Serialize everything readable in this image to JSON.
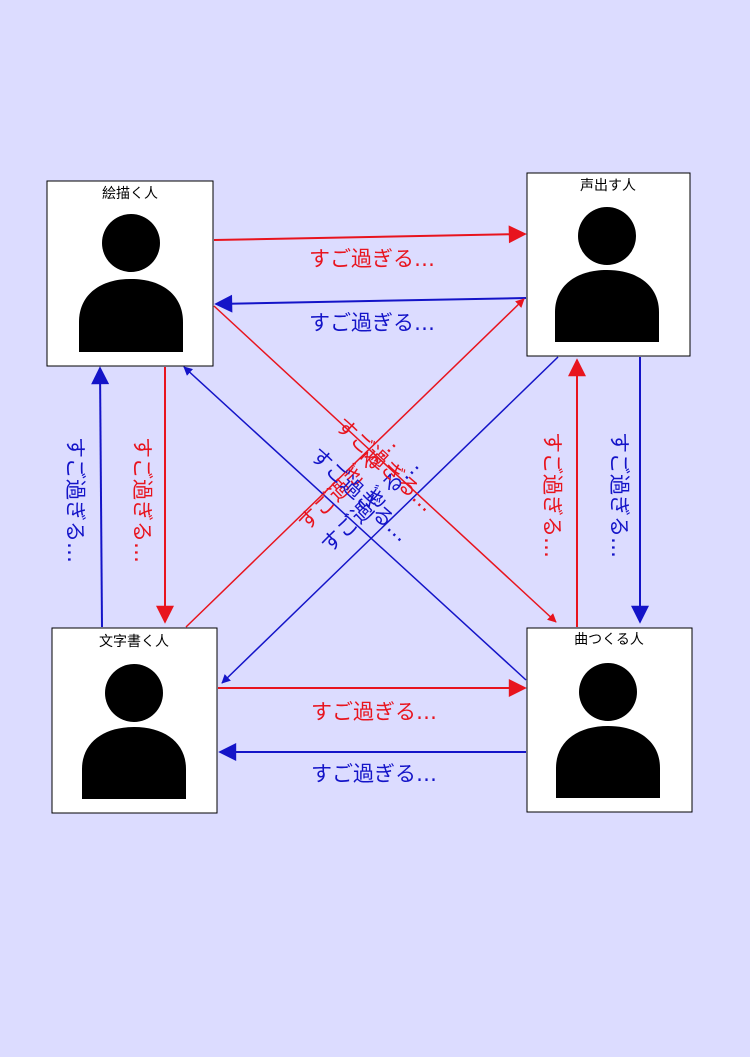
{
  "nodes": {
    "painter": {
      "label": "絵描く人",
      "icon": "person-icon"
    },
    "voice": {
      "label": "声出す人",
      "icon": "person-icon"
    },
    "writer": {
      "label": "文字書く人",
      "icon": "person-icon"
    },
    "composer": {
      "label": "曲つくる人",
      "icon": "person-icon"
    }
  },
  "edges": {
    "painter_to_voice": "すご過ぎる…",
    "voice_to_painter": "すご過ぎる…",
    "writer_to_painter": "すご過ぎる…",
    "painter_to_writer": "すご過ぎる…",
    "composer_to_voice": "すご過ぎる…",
    "voice_to_composer": "すご過ぎる…",
    "writer_to_composer": "すご過ぎる…",
    "composer_to_writer": "すご過ぎる…",
    "writer_to_voice": "すご過ぎる…",
    "voice_to_writer": "すご過ぎる…",
    "painter_to_composer": "すご過ぎる…",
    "composer_to_painter": "すご過ぎる…"
  },
  "colors": {
    "background": "#dcdcff",
    "red_arrow": "#e8141e",
    "blue_arrow": "#1414c8",
    "node_fill": "#ffffff",
    "node_border": "#000000"
  }
}
